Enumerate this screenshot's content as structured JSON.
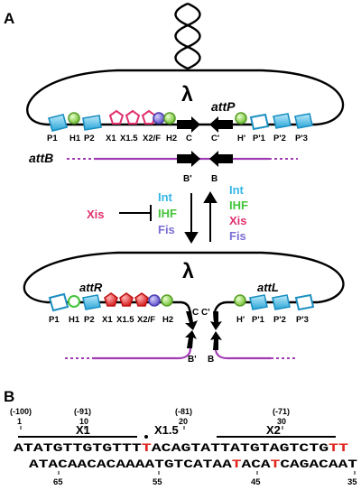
{
  "panel_a": {
    "label": "A",
    "lambda_symbol": "λ",
    "attP": {
      "name": "attP",
      "site_labels": [
        "P1",
        "H1",
        "P2",
        "X1",
        "X1.5",
        "X2/F",
        "H2",
        "C",
        "C'",
        "H'",
        "P'1",
        "P'2",
        "P'3"
      ]
    },
    "attB": {
      "name": "attB",
      "core_labels": [
        "B'",
        "B"
      ]
    },
    "factors_left": {
      "xis": "Xis",
      "int": "Int",
      "ihf": "IHF",
      "fis": "Fis"
    },
    "factors_right": {
      "int": "Int",
      "ihf": "IHF",
      "xis": "Xis",
      "fis": "Fis"
    },
    "attR": {
      "name": "attR",
      "site_labels": [
        "P1",
        "H1",
        "P2",
        "X1",
        "X1.5",
        "X2/F",
        "H2"
      ],
      "core_labels": [
        "C",
        "B'"
      ]
    },
    "attL": {
      "name": "attL",
      "site_labels": [
        "H'",
        "P'1",
        "P'2",
        "P'3"
      ],
      "core_labels": [
        "C'",
        "B"
      ]
    }
  },
  "panel_b": {
    "label": "B",
    "top_numbers": [
      {
        "coord": "(-100)",
        "pos": "1"
      },
      {
        "coord": "(-91)",
        "pos": "10"
      },
      {
        "coord": "(-81)",
        "pos": "20"
      },
      {
        "coord": "(-71)",
        "pos": "30"
      }
    ],
    "site_names": [
      "X1",
      "X1.5",
      "X2"
    ],
    "top_strand": [
      {
        "t": "ATATGTTGTGTTT",
        "hl": false
      },
      {
        "t": "T",
        "hl": true
      },
      {
        "t": "ACAGTATTATGTAGTCTG",
        "hl": false
      },
      {
        "t": "T",
        "hl": true
      },
      {
        "t": "T",
        "hl": false
      }
    ],
    "bottom_strand": [
      {
        "t": "ATACAACACAAAATGTCATAA",
        "hl": false
      },
      {
        "t": "T",
        "hl": true
      },
      {
        "t": "ACA",
        "hl": false
      },
      {
        "t": "T",
        "hl": true
      },
      {
        "t": "CAGACAAT",
        "hl": false
      }
    ],
    "bottom_numbers": [
      "65",
      "55",
      "45",
      "35"
    ]
  },
  "colors": {
    "cyan": "#37b6e6",
    "green": "#8fd14f",
    "magenta": "#e0306e",
    "red": "#e0241b",
    "purple": "#7b6fd6",
    "violet_line": "#a13bb3",
    "ihf_green": "#43c43a"
  }
}
